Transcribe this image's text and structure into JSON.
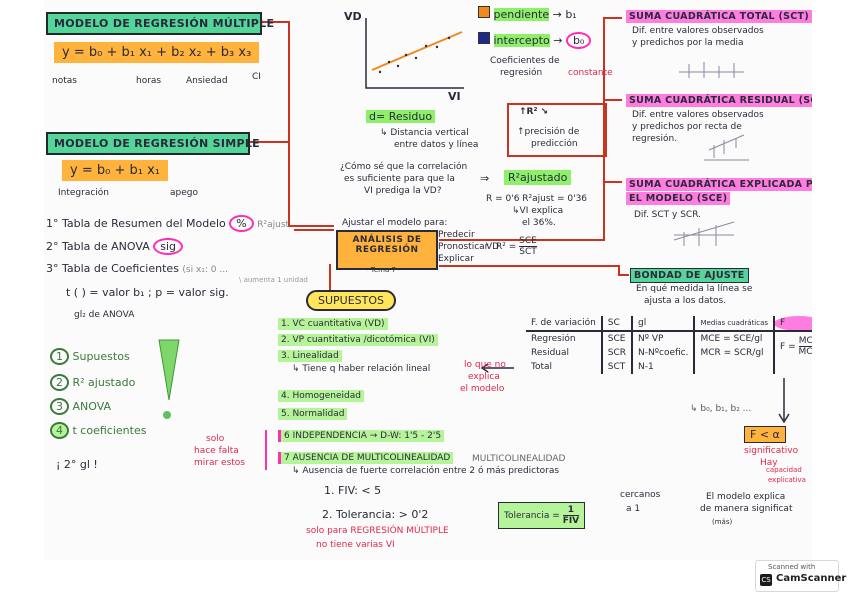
{
  "multiple": {
    "title": "MODELO DE REGRESIÓN MÚLTIPLE",
    "formula": "y = b₀ + b₁ x₁ + b₂ x₂ + b₃ x₃",
    "labels": [
      "notas",
      "horas",
      "Ansiedad",
      "CI"
    ]
  },
  "simple": {
    "title": "MODELO DE REGRESIÓN SIMPLE",
    "formula": "y = b₀ + b₁ x₁",
    "labels": [
      "Integración",
      "apego"
    ]
  },
  "tables": {
    "t1": "1° Tabla de Resumen del Modelo",
    "t1_badge": "%",
    "t1_note": "R²ajust",
    "t2": "2° Tabla de ANOVA",
    "t2_badge": "sig",
    "t3": "3° Tabla de Coeficientes",
    "t3_note": "(si x₁: 0 ...",
    "t3_note2": "\\ aumenta 1 unidad",
    "t_formula": "t ( ) = valor b₁ ; p = valor sig.",
    "gl": "gl₂ de ANOVA"
  },
  "steps": [
    {
      "num": "1",
      "label": "Supuestos"
    },
    {
      "num": "2",
      "label": "R² ajustado"
    },
    {
      "num": "3",
      "label": "ANOVA"
    },
    {
      "num": "4",
      "label": "t coeficientes"
    }
  ],
  "step_extra": "¡ 2° gl !",
  "solo_note": [
    "solo",
    "hace falta",
    "mirar estos"
  ],
  "graph": {
    "vd": "VD",
    "vi": "VI",
    "pendiente": "pendiente",
    "b1": "b₁",
    "intercepto": "intercepto",
    "b0": "b₀",
    "coef": [
      "Coeficientes de",
      "regresión"
    ],
    "constante": "constante"
  },
  "residuo": {
    "title": "d= Residuo",
    "desc": [
      "↳ Distancia vertical",
      "entre datos y línea"
    ]
  },
  "r2": {
    "head": "↑R² ↘",
    "desc": [
      "↑precisión de",
      "predicción"
    ],
    "question": [
      "¿Cómo sé que la correlación",
      "es suficiente para que la",
      "VI prediga la VD?"
    ],
    "arrow": "⇒",
    "ajustado": "R²ajustado",
    "values": [
      "R = 0'6  R²ajust = 0'36",
      "↳VI explica",
      "el 36%."
    ],
    "formula_l": "R² =",
    "formula_num": "SCE",
    "formula_den": "SCT"
  },
  "analisis": {
    "title": [
      "ANÁLISIS DE",
      "REGRESIÓN"
    ],
    "tema": "- Tema 7 -",
    "ajustar": "Ajustar el modelo para:",
    "uses": [
      "Predecir",
      "Pronosticar",
      "Explicar"
    ],
    "vd": "VD"
  },
  "supuestos": {
    "title": "SUPUESTOS",
    "items": [
      "1. VC cuantitativa (VD)",
      "2. VP cuantitativa /dicotómica (VI)",
      "3. Linealidad",
      "4. Homogeneidad",
      "5. Normalidad",
      "6 INDEPENDENCIA → D-W: 1'5 - 2'5",
      "7 AUSENCIA DE MULTICOLINEALIDAD"
    ],
    "linealidad_note": "↳ Tiene q haber relación lineal",
    "explica_note": [
      "lo que no",
      "explica",
      "el modelo"
    ],
    "multi_extra": "MULTICOLINEALIDAD",
    "multi_desc": "↳ Ausencia de fuerte correlación entre 2 ó más predictoras",
    "fiv": "1. FIV: < 5",
    "tolerancia": "2. Tolerancia: > 0'2",
    "tol_formula_l": "Tolerancia =",
    "tol_num": "1",
    "tol_den": "FIV",
    "cercanos": [
      "cercanos",
      "a 1"
    ],
    "solo_multiple": [
      "solo para REGRESIÓN MÚLTIPLE",
      "no tiene varias VI"
    ]
  },
  "sct": {
    "title": "SUMA CUADRÁTICA TOTAL (SCT)",
    "desc": [
      "Dif. entre valores observados",
      "y predichos por la media"
    ]
  },
  "scr": {
    "title": "SUMA CUADRÁTICA RESIDUAL (SCR)",
    "desc": [
      "Dif. entre valores observados",
      "y predichos por recta de",
      "regresión."
    ]
  },
  "sce": {
    "title": [
      "SUMA CUADRÁTICA EXPLICADA POR",
      "EL MODELO (SCE)"
    ],
    "desc": "Dif. SCT y SCR."
  },
  "bondad": {
    "title": "BONDAD DE AJUSTE",
    "desc": [
      "En qué medida la línea se",
      "ajusta a los datos."
    ]
  },
  "anova_table": {
    "headers": [
      "F. de variación",
      "SC",
      "gl",
      "Medias cuadráticas",
      "F"
    ],
    "rows": [
      [
        "Regresión",
        "SCE",
        "Nº VP",
        "MCE = SCE/gl"
      ],
      [
        "Residual",
        "SCR",
        "N-Nºcoefic.",
        "MCR = SCR/gl"
      ],
      [
        "Total",
        "SCT",
        "N-1",
        ""
      ]
    ],
    "f_formula_l": "F =",
    "f_num": "MCE",
    "f_den": "MCR",
    "bs": "↳ b₀, b₁, b₂ ...",
    "f_alpha": "F < α",
    "significativo": "significativo",
    "hay": [
      "Hay",
      "capacidad",
      "explicativa"
    ],
    "modelo": [
      "El modelo explica",
      "de manera significat",
      "(más)"
    ]
  },
  "scanner": {
    "line1": "Scanned with",
    "line2": "CamScanner"
  },
  "colors": {
    "green": "#55d59a",
    "orange": "#ffb23c",
    "pink": "#ff4fd7",
    "red_line": "#c8341f"
  }
}
